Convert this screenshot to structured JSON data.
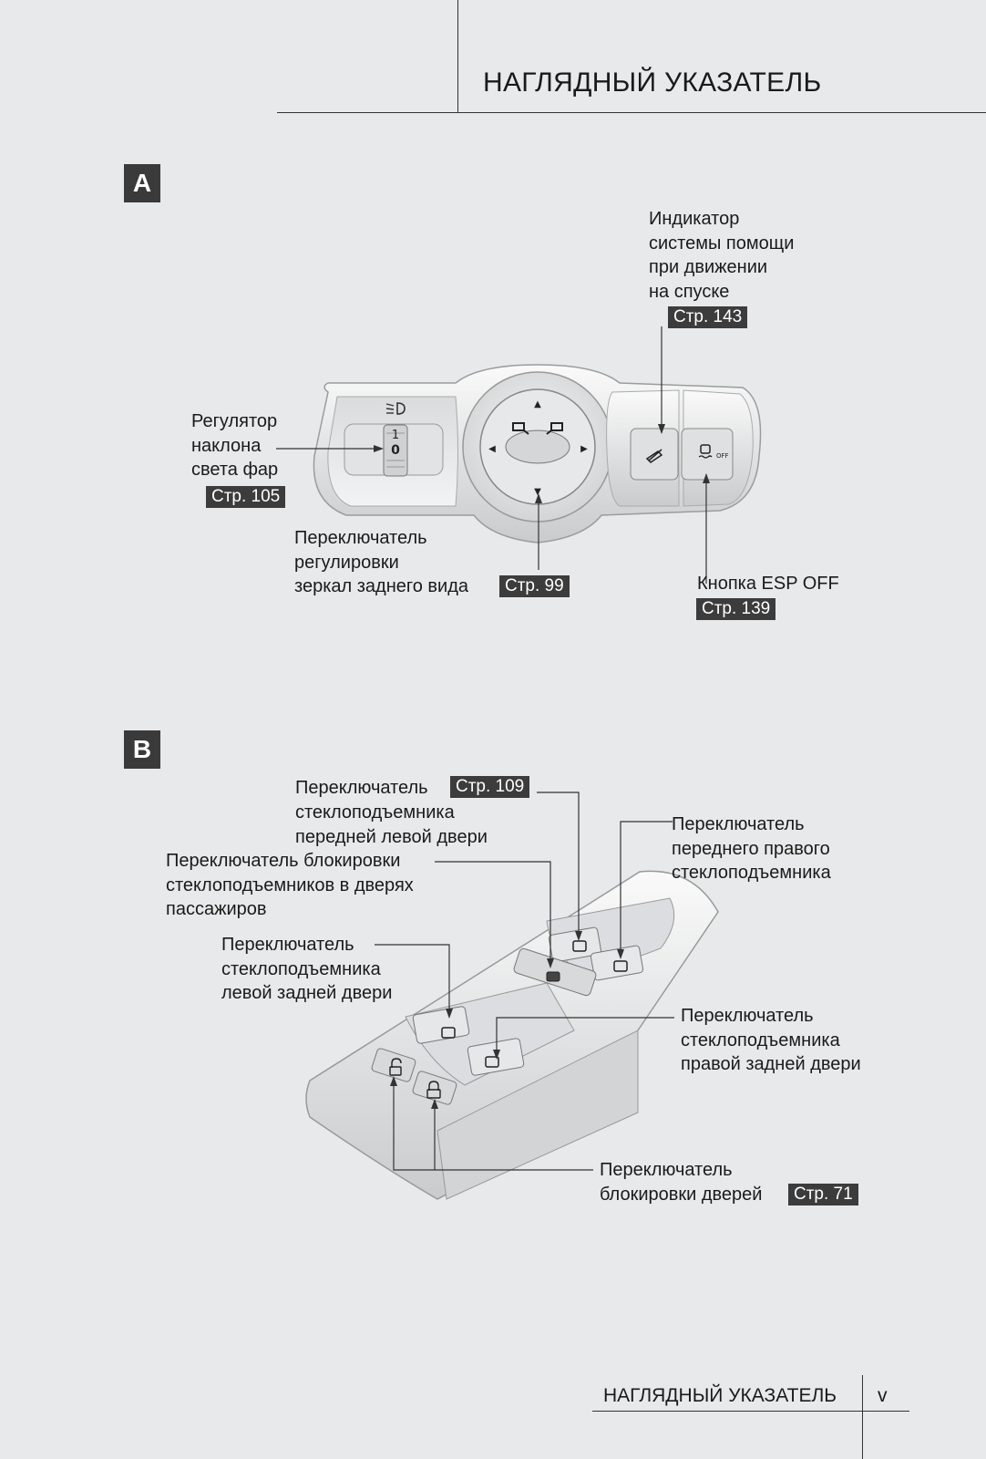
{
  "header": {
    "title": "НАГЛЯДНЫЙ УКАЗАТЕЛЬ"
  },
  "section_a": {
    "badge": "A",
    "panel": {
      "dial_upper": "1",
      "dial_lower": "0",
      "esp_icon_text": "OFF"
    },
    "callouts": {
      "descent": {
        "text": "Индикатор\nсистемы помощи\nпри движении\nна спуске",
        "ref": "Стр. 143"
      },
      "headlamp": {
        "text": "Регулятор\nнаклона\nсвета фар",
        "ref": "Стр. 105"
      },
      "mirror": {
        "text": "Переключатель\nрегулировки\nзеркал заднего вида",
        "ref": "Стр. 99"
      },
      "esp": {
        "text": "Кнопка ESP OFF",
        "ref": "Стр. 139"
      }
    }
  },
  "section_b": {
    "badge": "B",
    "callouts": {
      "front_left": {
        "line1": "Переключатель",
        "text_rest": "стеклоподъемника\nпередней левой двери",
        "ref": "Стр. 109"
      },
      "front_right": {
        "text": "Переключатель\nпереднего правого\nстеклоподъемника"
      },
      "lockout": {
        "text": "Переключатель блокировки\nстеклоподъемников в дверях\nпассажиров"
      },
      "rear_left": {
        "text": "Переключатель\nстеклоподъемника\nлевой задней двери"
      },
      "rear_right": {
        "text": "Переключатель\nстеклоподъемника\nправой задней двери"
      },
      "door_lock": {
        "line1": "Переключатель",
        "line2": "блокировки дверей",
        "ref": "Стр. 71"
      }
    }
  },
  "footer": {
    "section": "НАГЛЯДНЫЙ УКАЗАТЕЛЬ",
    "page": "v"
  }
}
